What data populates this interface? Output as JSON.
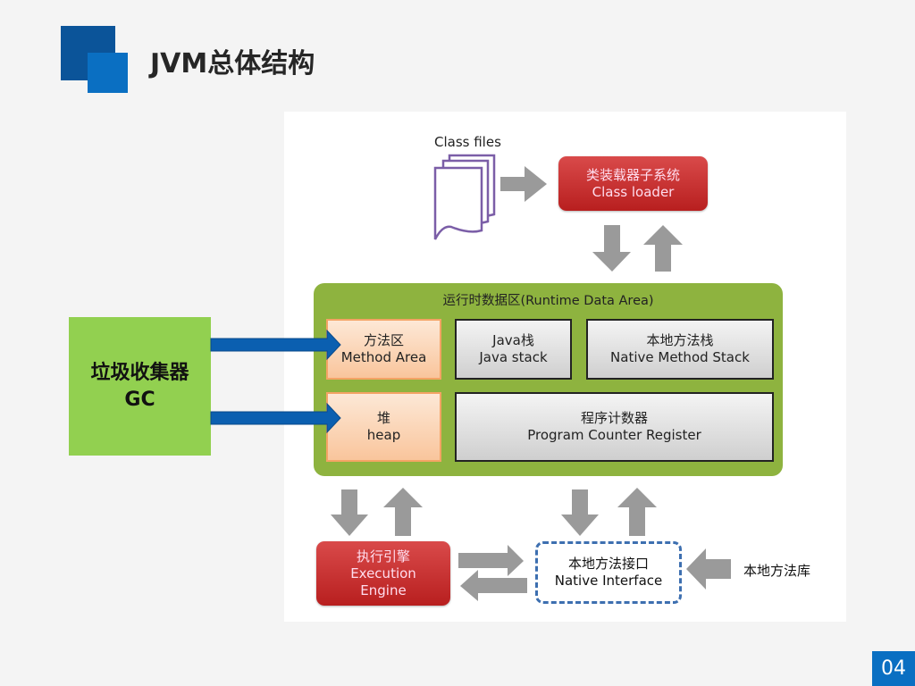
{
  "slide": {
    "title": "JVM总体结构",
    "page_number": "04"
  },
  "diagram": {
    "class_files": {
      "label": "Class files",
      "icon": "document-stack-icon"
    },
    "class_loader": {
      "cn": "类装载器子系统",
      "en": "Class loader"
    },
    "runtime_data_area": {
      "label": "运行时数据区(Runtime Data Area)",
      "method_area": {
        "cn": "方法区",
        "en": "Method Area"
      },
      "java_stack": {
        "cn": "Java栈",
        "en": "Java stack"
      },
      "native_method_stack": {
        "cn": "本地方法栈",
        "en": "Native Method Stack"
      },
      "heap": {
        "cn": "堆",
        "en": "heap"
      },
      "program_counter": {
        "cn": "程序计数器",
        "en": "Program Counter Register"
      }
    },
    "gc": {
      "cn": "垃圾收集器",
      "en": "GC"
    },
    "execution_engine": {
      "cn": "执行引擎",
      "en1": "Execution",
      "en2": "Engine"
    },
    "native_interface": {
      "cn": "本地方法接口",
      "en": "Native Interface"
    },
    "native_library": {
      "label": "本地方法库"
    },
    "colors": {
      "accent_blue": "#0a6fc2",
      "gc_green": "#92d050",
      "rda_green": "#8eb33f",
      "red_box": "#c62a2a",
      "orange_box": "#f9c59c",
      "arrow_gray": "#9a9a9a"
    }
  }
}
